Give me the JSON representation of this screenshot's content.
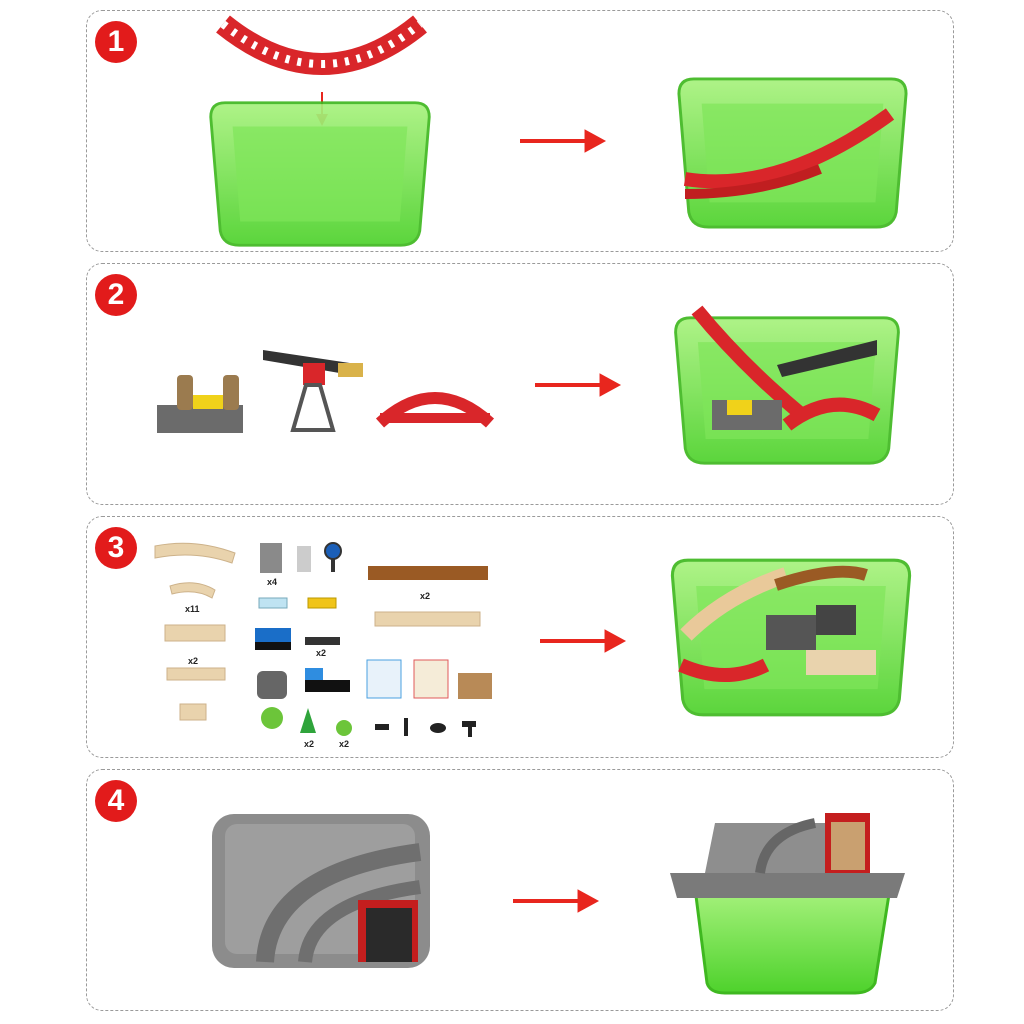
{
  "steps": [
    {
      "number": "1"
    },
    {
      "number": "2"
    },
    {
      "number": "3"
    },
    {
      "number": "4"
    }
  ],
  "parts": {
    "curved_track_qty": "x11",
    "switch_track_qty": "x2",
    "pillar_qty": "x4",
    "bridge_track_qty": "x2",
    "car_qty": "x2",
    "pine_tree_qty": "x2",
    "bush_qty": "x2"
  },
  "colors": {
    "badge": "#e21b1b",
    "arrow": "#e8261e",
    "tub": "#6fe24a",
    "track_red": "#d9262a",
    "lid": "#8a8a8a",
    "wood": "#e9d3ad"
  }
}
